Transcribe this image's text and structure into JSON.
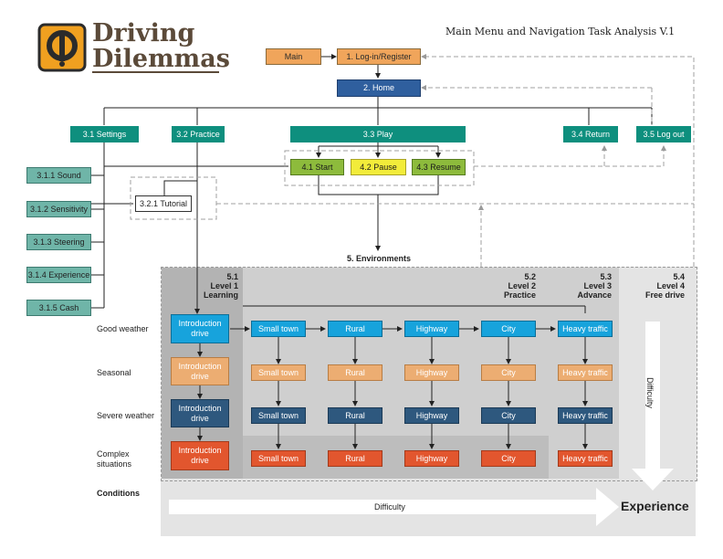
{
  "header": {
    "logo_line1": "Driving",
    "logo_line2": "Dilemmas",
    "title": "Main Menu and Navigation Task Analysis V.1"
  },
  "nav": {
    "main": "Main",
    "login": "1. Log-in/Register",
    "home": "2. Home",
    "settings": "3.1 Settings",
    "practice": "3.2 Practice",
    "play": "3.3 Play",
    "return": "3.4 Return",
    "logout": "3.5 Log out",
    "start": "4.1 Start",
    "pause": "4.2 Pause",
    "resume": "4.3 Resume",
    "tutorial": "3.2.1 Tutorial",
    "environments": "5. Environments"
  },
  "settings_items": [
    "3.1.1 Sound",
    "3.1.2 Sensitivity",
    "3.1.3 Steering",
    "3.1.4 Experience",
    "3.1.5 Cash"
  ],
  "levels": [
    {
      "num": "5.1",
      "name": "Level 1",
      "desc": "Learning"
    },
    {
      "num": "5.2",
      "name": "Level 2",
      "desc": "Practice"
    },
    {
      "num": "5.3",
      "name": "Level 3",
      "desc": "Advance"
    },
    {
      "num": "5.4",
      "name": "Level 4",
      "desc": "Free drive"
    }
  ],
  "conditions": [
    "Good weather",
    "Seasonal",
    "Severe weather",
    "Complex situations"
  ],
  "conditions_label": "Conditions",
  "intro_label": "Introduction drive",
  "environments": [
    "Small town",
    "Rural",
    "Highway",
    "City",
    "Heavy traffic"
  ],
  "difficulty_label": "Difficulty",
  "experience_label": "Experience",
  "colors": {
    "good": "#17a3dc",
    "seasonal": "#ecad72",
    "severe": "#2e587e",
    "complex": "#e2562e"
  }
}
